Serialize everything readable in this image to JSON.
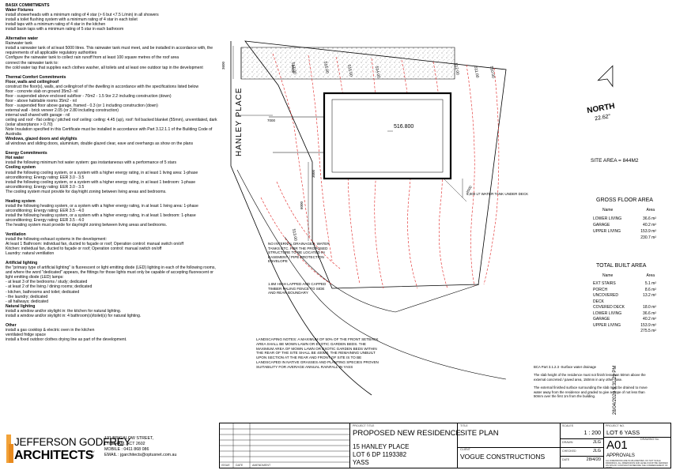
{
  "notes": {
    "basix_title": "BASIX COMMITMENTS",
    "water_fixtures_h": "Water Fixtures",
    "water_fixtures": [
      "install showerheads with a minimum rating of 4 star (> 6 but <7.5 L/min) in all showers",
      "install a toilet flushing system with a minimum rating of 4 star in each toilet",
      "install taps with a minimum rating of 4 star in the kitchen",
      "install basin taps with a minimum rating of 5 star in each bathroom"
    ],
    "alt_water_h": "Alternative water",
    "alt_water_sub": "Rainwater tank",
    "alt_water": [
      "install a rainwater tank of at least 5000 litres. This rainwater tank must meet, and be installed in accordance with, the requirements of all applicable regulatory authorities",
      "Configure the rainwater tank to collect rain runoff from at least 100 square metres of the roof area",
      "connect the rainwater tank to:",
      "the cold water tap that supplies each clothes washer, all toilets and at least one outdoor tap in the development"
    ],
    "thermal_h": "Thermal Comfort Commitments",
    "floor_h": "Floor, walls and ceiling/roof",
    "floor": [
      "construct the floor(s), walls, and ceiling/roof of the dwelling in accordance with the specifications listed below",
      "floor - concrete slab on ground 35m2- nil",
      "floor - suspended above enclosed subfloor - 70m2 - 1.5 9or 2.2 including construction (down)",
      "floor - above habitable rooms 35m2 - nil",
      "floor - suspended floor above garage, framed - 0.3 (or 1 including construction (down)",
      "external wall - brick veneer 2.05 (or 2.80 including construction)",
      "internal wall shared with garage - nil",
      "ceiling and roof - flat ceiling / pitched roof ceiling: ceiling: 4.45 (up), roof: foil backed blanket (55mm), unventilated, dark (solar absorptance > 0.70)",
      "Note Insulation specified in this Certificate must be installed in accordance with Part 3.12.1.1 of the Building Code of Australia"
    ],
    "windows_h": "Windows, glazed doors and skylights",
    "windows": "all windows and sliding doors, aluminium, double glazed clear, eave and overhangs as show on the plans",
    "energy_h": "Energy Commitments",
    "hot_water_h": "Hot water",
    "hot_water": "install the following minimum hot water system: gas instantaneous with a performance of 5 stars",
    "cooling_h": "Cooling system",
    "cooling": [
      "install the following cooling system, or a system with a higher energy rating, in at least 1 living area: 1-phase airconditioning; Energy rating: EER 3.0 - 3.5",
      "install the following cooling system, or a system with a higher energy rating, in at least 1 bedroom: 1-phase airconditioning; Energy rating: EER 3.0 - 3.5",
      "The cooling system must provide for day/night zoning between living areas and bedrooms."
    ],
    "heating_h": "Heating system",
    "heating": [
      "install the following heating system, or a system with a higher energy rating, in at least 1 living area: 1-phase airconditioning; Energy rating: EER 3.5 - 4.0",
      "install the following heating system, or a system with a higher energy rating, in at least 1 bedroom: 1-phase airconditioning; Energy rating: EER 3.5 - 4.0",
      "The heating system must provide for day/night zoning between living areas and bedrooms."
    ],
    "vent_h": "Ventilation",
    "vent": [
      "install the following exhaust systems in the development:",
      "At least 1 Bathroom: individual fan, ducted to façade or roof; Operation control: manual switch on/off",
      "Kitchen: individual fan, ducted to façade or roof; Operation control: manual switch on/off",
      "Laundry: natural ventilation"
    ],
    "art_light_h": "Artificial lighting",
    "art_light": [
      "the \"primary type of artificial lighting\" is fluorescent or light emitting diode (LED) lighting in each of the following rooms, and where the word \"dedicated\" appears, the fittings for those lights must only be capable of accepting fluorescent or light emitting diode (LED) lamps:",
      "- at least 3 of the bedrooms / study; dedicated",
      "- at least 2 of the living / dining rooms; dedicated",
      "- kitchen, bathrooms and toilet; dedicated",
      "- the laundry; dedicated",
      "- all hallways; dedicated"
    ],
    "nat_light_h": "Natural lighting",
    "nat_light": [
      "install a window and/or skylight in: the kitchen for natural lighting.",
      "install a window and/or skylight in: 4 bathroom(s)/toilet(s) for natural lighting."
    ],
    "other_h": "Other",
    "other": [
      "install a gas cooktop & electric oven in the kitchen",
      "ventilated fridge space",
      "install a fixed outdoor clothes drying line as part of the development."
    ]
  },
  "plan": {
    "street": "HANLEY PLACE",
    "north": "NORTH",
    "north_angle": "22.62°",
    "rl": "516.800",
    "tank_note": "5,000 LT WATER TANK UNDER DECK",
    "site_area": "SITE AREA = 844M2",
    "contours": [
      "517.00",
      "516.00",
      "515.00",
      "514.00",
      "513.00",
      "512.00",
      "511.00",
      "510.00"
    ],
    "dims": [
      "3600",
      "8000",
      "7000",
      "3000",
      "6000",
      "2000"
    ],
    "note_drainage": "NO INTERNAL DRAINAGES, WATER TANKS ETC. FOR THE PROPOSED STRUCTURE TO BE LOCATED IN EASEMENT / PIPE PROTECTION ENVELOPE",
    "note_fence": "1.8M HIGH LAPPED AND CAPPED TIMBER PALING FENCE TO SIDE AND REAR BOUNDARY",
    "landscaping": "LANDSCAPING NOTES: A MAXIMUM OF 50% OF THE FRONT SETBACK AREA SHALL BE MOWN LAWN OR EXOTIC GARDEN BEDS. THE MAXIMUM AREA OF MOWN LAWN OR EXOTIC GARDEN BEDS WITHIN THE REAR OF THE SITE SHALL BE 400M2. THE REMAINING UNBUILT UPON SECTION AT THE REAR AND FRONT OF SITE IS TO BE LANDSCAPED IN NATIVE GRASSES AND PLANTING SPECIES PROVEN SUITABILITY FOR AVERAGE ANNUAL RAINFALL IN YASS",
    "bca_title": "BCA Part 3.1.2.3 -Surface water drainage",
    "bca_1": "The slab height of the residence must not finish less than 50mm above the external concreted / paved area, 150mm in any other case.",
    "bca_2": "The external finished surface surrounding the slab must be drained to move water away from the residence and graded to give a slope of not less than 50mm over the first 1m from the building."
  },
  "gfa": {
    "title": "GROSS FLOOR AREA",
    "col1": "Name",
    "col2": "Area",
    "rows": [
      [
        "LOWER LIVING",
        "36.6 m²"
      ],
      [
        "GARAGE",
        "40.2 m²"
      ],
      [
        "UPPER LIVING",
        "153.9 m²"
      ]
    ],
    "total": "230.7 m²"
  },
  "tba": {
    "title": "TOTAL BUILT AREA",
    "col1": "Name",
    "col2": "Area",
    "rows": [
      [
        "EXT STAIRS",
        "5.1 m²"
      ],
      [
        "PORCH",
        "8.6 m²"
      ],
      [
        "UNCOVERED DECK",
        "13.2 m²"
      ],
      [
        "COVERED DECK",
        "18.0 m²"
      ],
      [
        "LOWER LIVING",
        "36.6 m²"
      ],
      [
        "GARAGE",
        "40.2 m²"
      ],
      [
        "UPPER LIVING",
        "153.9 m²"
      ]
    ],
    "total": "275.5 m²"
  },
  "stamp": "28/04/2020 5:31:29 PM",
  "firm": {
    "name1": "JEFFERSON GODFREY",
    "name2": "ARCHITECTS",
    "pty": "PTY LTD",
    "addr1": "131 BRIGALOW STREET,",
    "addr2": "LYNEHAM, ACT 2602",
    "mobile": "MOBILE :  0411 868 086",
    "email": "EMAIL :  jgarchitects@optusnet.com.au"
  },
  "titleblock": {
    "project_lbl": "PROJECT TITLE",
    "project": "PROPOSED NEW RESIDENCE",
    "address1": "15 HANLEY PLACE",
    "address2": "LOT 6 DP 1193382",
    "address3": "YASS",
    "title_lbl": "TITLE",
    "title": "SITE PLAN",
    "client_lbl": "CLIENT",
    "client": "VOGUE CONSTRUCTIONS",
    "scales_lbl": "SCALES",
    "scale": "1 : 200",
    "drawn_lbl": "DRAWN",
    "drawn": "JLG",
    "checked_lbl": "CHECKED",
    "checked": "JLG",
    "date_lbl": "DATE",
    "date": "28/4/20",
    "projno_lbl": "PROJECT NO.",
    "projno": "LOT 6 YASS",
    "drawno_lbl": "DRAWING No.",
    "drawno": "A01",
    "status": "APPROVALS",
    "issue_lbl": "ISSUE",
    "date2_lbl": "DATE",
    "amend_lbl": "AMENDMENT",
    "disclaimer": "ALL DIMENSIONS ARE IN MILLIMETRES. DO NOT SCALE DRAWINGS. ALL DIMENSIONS AND LEVELS MUST BE VERIFIED ON SITE BY CONTRACTOR BEFORE THE COMMENCEMENT OF WORK"
  }
}
